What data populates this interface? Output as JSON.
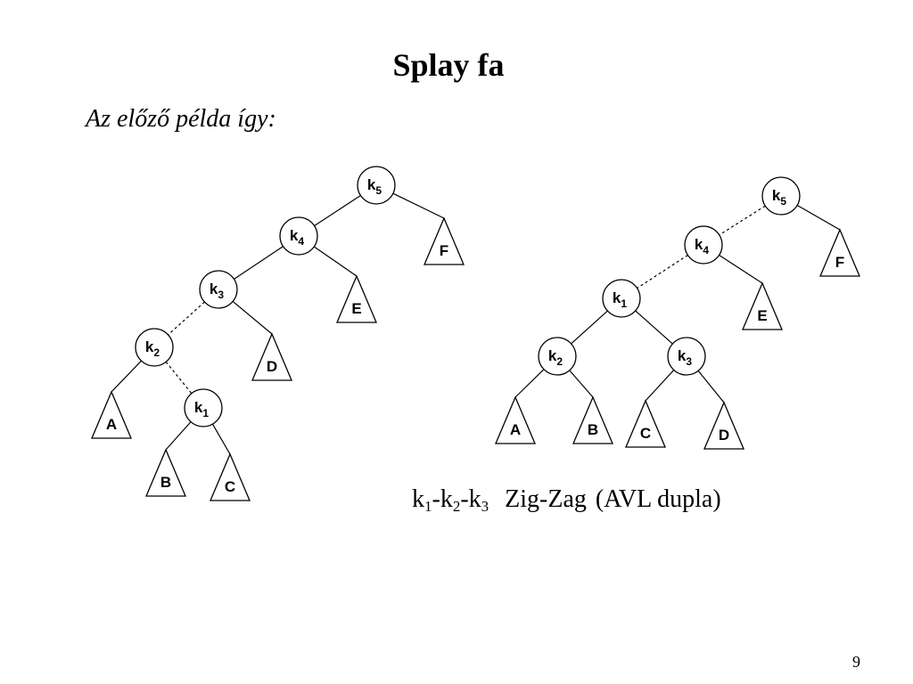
{
  "slide": {
    "title": "Splay fa",
    "subtitle": "Az előző példa így:",
    "caption": {
      "sequence": [
        {
          "base": "k",
          "sub": "1"
        },
        {
          "sep": "-"
        },
        {
          "base": "k",
          "sub": "2"
        },
        {
          "sep": "-"
        },
        {
          "base": "k",
          "sub": "3"
        }
      ],
      "rotation": "Zig-Zag",
      "note": "(AVL dupla)"
    },
    "page_number": "9"
  },
  "trees": [
    {
      "name": "before",
      "nodes": [
        {
          "id": "k5",
          "base": "k",
          "sub": "5"
        },
        {
          "id": "k4",
          "base": "k",
          "sub": "4"
        },
        {
          "id": "k3",
          "base": "k",
          "sub": "3"
        },
        {
          "id": "k2",
          "base": "k",
          "sub": "2"
        },
        {
          "id": "k1",
          "base": "k",
          "sub": "1"
        }
      ],
      "leaves": [
        "F",
        "E",
        "D",
        "A",
        "B",
        "C"
      ],
      "edges": [
        {
          "from": "k5",
          "to": "k4",
          "style": "solid"
        },
        {
          "from": "k5",
          "to": "F",
          "style": "solid"
        },
        {
          "from": "k4",
          "to": "k3",
          "style": "solid"
        },
        {
          "from": "k4",
          "to": "E",
          "style": "solid"
        },
        {
          "from": "k3",
          "to": "k2",
          "style": "dashed"
        },
        {
          "from": "k3",
          "to": "D",
          "style": "solid"
        },
        {
          "from": "k2",
          "to": "A",
          "style": "solid"
        },
        {
          "from": "k2",
          "to": "k1",
          "style": "dashed"
        },
        {
          "from": "k1",
          "to": "B",
          "style": "solid"
        },
        {
          "from": "k1",
          "to": "C",
          "style": "solid"
        }
      ]
    },
    {
      "name": "after",
      "nodes": [
        {
          "id": "k5",
          "base": "k",
          "sub": "5"
        },
        {
          "id": "k4",
          "base": "k",
          "sub": "4"
        },
        {
          "id": "k1",
          "base": "k",
          "sub": "1"
        },
        {
          "id": "k2",
          "base": "k",
          "sub": "2"
        },
        {
          "id": "k3",
          "base": "k",
          "sub": "3"
        }
      ],
      "leaves": [
        "F",
        "E",
        "A",
        "B",
        "C",
        "D"
      ],
      "edges": [
        {
          "from": "k5",
          "to": "k4",
          "style": "dashed"
        },
        {
          "from": "k5",
          "to": "F",
          "style": "solid"
        },
        {
          "from": "k4",
          "to": "k1",
          "style": "dashed"
        },
        {
          "from": "k4",
          "to": "E",
          "style": "solid"
        },
        {
          "from": "k1",
          "to": "k2",
          "style": "solid"
        },
        {
          "from": "k1",
          "to": "k3",
          "style": "solid"
        },
        {
          "from": "k2",
          "to": "A",
          "style": "solid"
        },
        {
          "from": "k2",
          "to": "B",
          "style": "solid"
        },
        {
          "from": "k3",
          "to": "C",
          "style": "solid"
        },
        {
          "from": "k3",
          "to": "D",
          "style": "solid"
        }
      ]
    }
  ]
}
